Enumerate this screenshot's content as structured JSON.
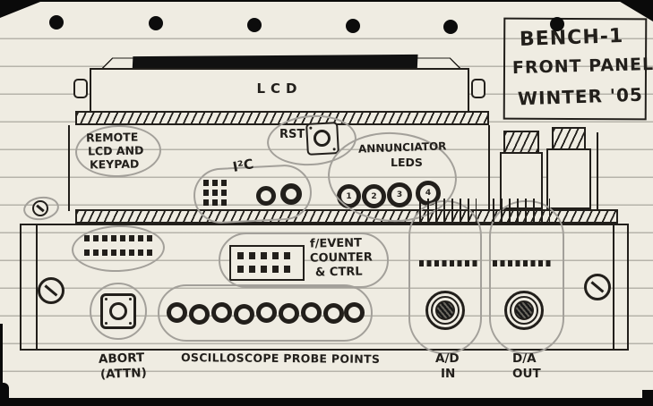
{
  "colors": {
    "paper": "#efece2",
    "ink": "#221f1b",
    "pencil": "#a3a09a",
    "rule_line": "#b9b7ae"
  },
  "title_box": {
    "lines": [
      "BENCH-1",
      "FRONT PANEL",
      "WINTER '05"
    ]
  },
  "lcd": {
    "label": "LCD"
  },
  "upper": {
    "remote_label": [
      "REMOTE",
      "LCD AND",
      "KEYPAD"
    ],
    "rst_label": "RST",
    "i2c_label": "I²C",
    "annunciator_label": [
      "ANNUNCIATOR",
      "LEDS"
    ],
    "led_numbers": [
      "1",
      "2",
      "3",
      "4"
    ]
  },
  "panel": {
    "f_event_label": [
      "f/EVENT",
      "COUNTER",
      "& CTRL"
    ],
    "abort_label": [
      "ABORT",
      "(ATTN)"
    ],
    "scope_label": "OSCILLOSCOPE PROBE POINTS",
    "ad_label": [
      "A/D",
      "IN"
    ],
    "da_label": [
      "D/A",
      "OUT"
    ]
  }
}
